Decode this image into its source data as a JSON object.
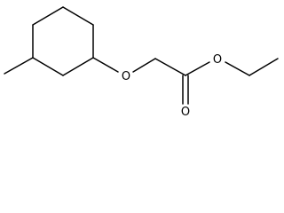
{
  "molecule": {
    "atoms": {
      "ether_oxygen": "O",
      "ester_oxygen": "O",
      "carbonyl_oxygen": "O"
    },
    "colors": {
      "bond": "#000000",
      "label": "#000000",
      "background": "#ffffff"
    }
  }
}
